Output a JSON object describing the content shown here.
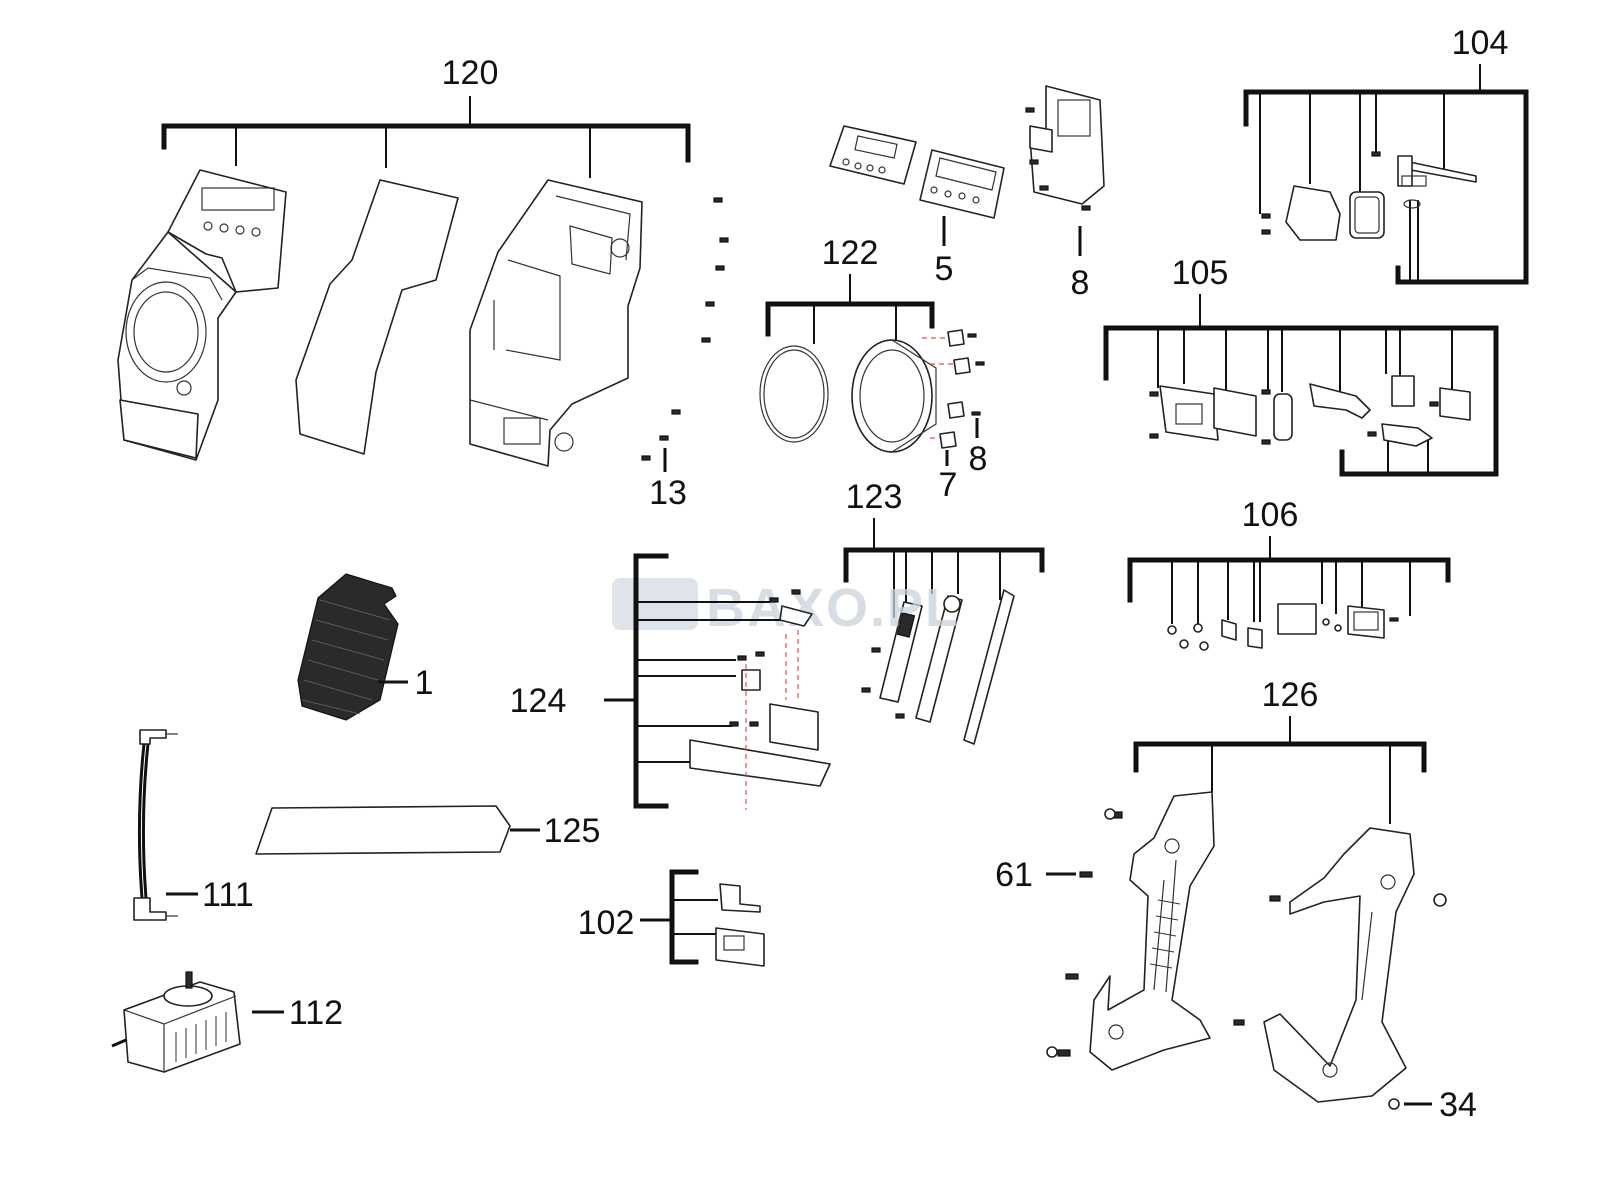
{
  "labels": {
    "l120": "120",
    "l122": "122",
    "l104": "104",
    "l105": "105",
    "l106": "106",
    "l123": "123",
    "l124": "124",
    "l126": "126",
    "l5": "5",
    "l8a": "8",
    "l8b": "8",
    "l7": "7",
    "l13": "13",
    "l1": "1",
    "l125": "125",
    "l111": "111",
    "l112": "112",
    "l102": "102",
    "l61": "61",
    "l34": "34"
  },
  "watermark": "BAXO.PL",
  "colors": {
    "line": "#111111",
    "guide": "#e05050",
    "watermark": "#c9d2dc"
  }
}
